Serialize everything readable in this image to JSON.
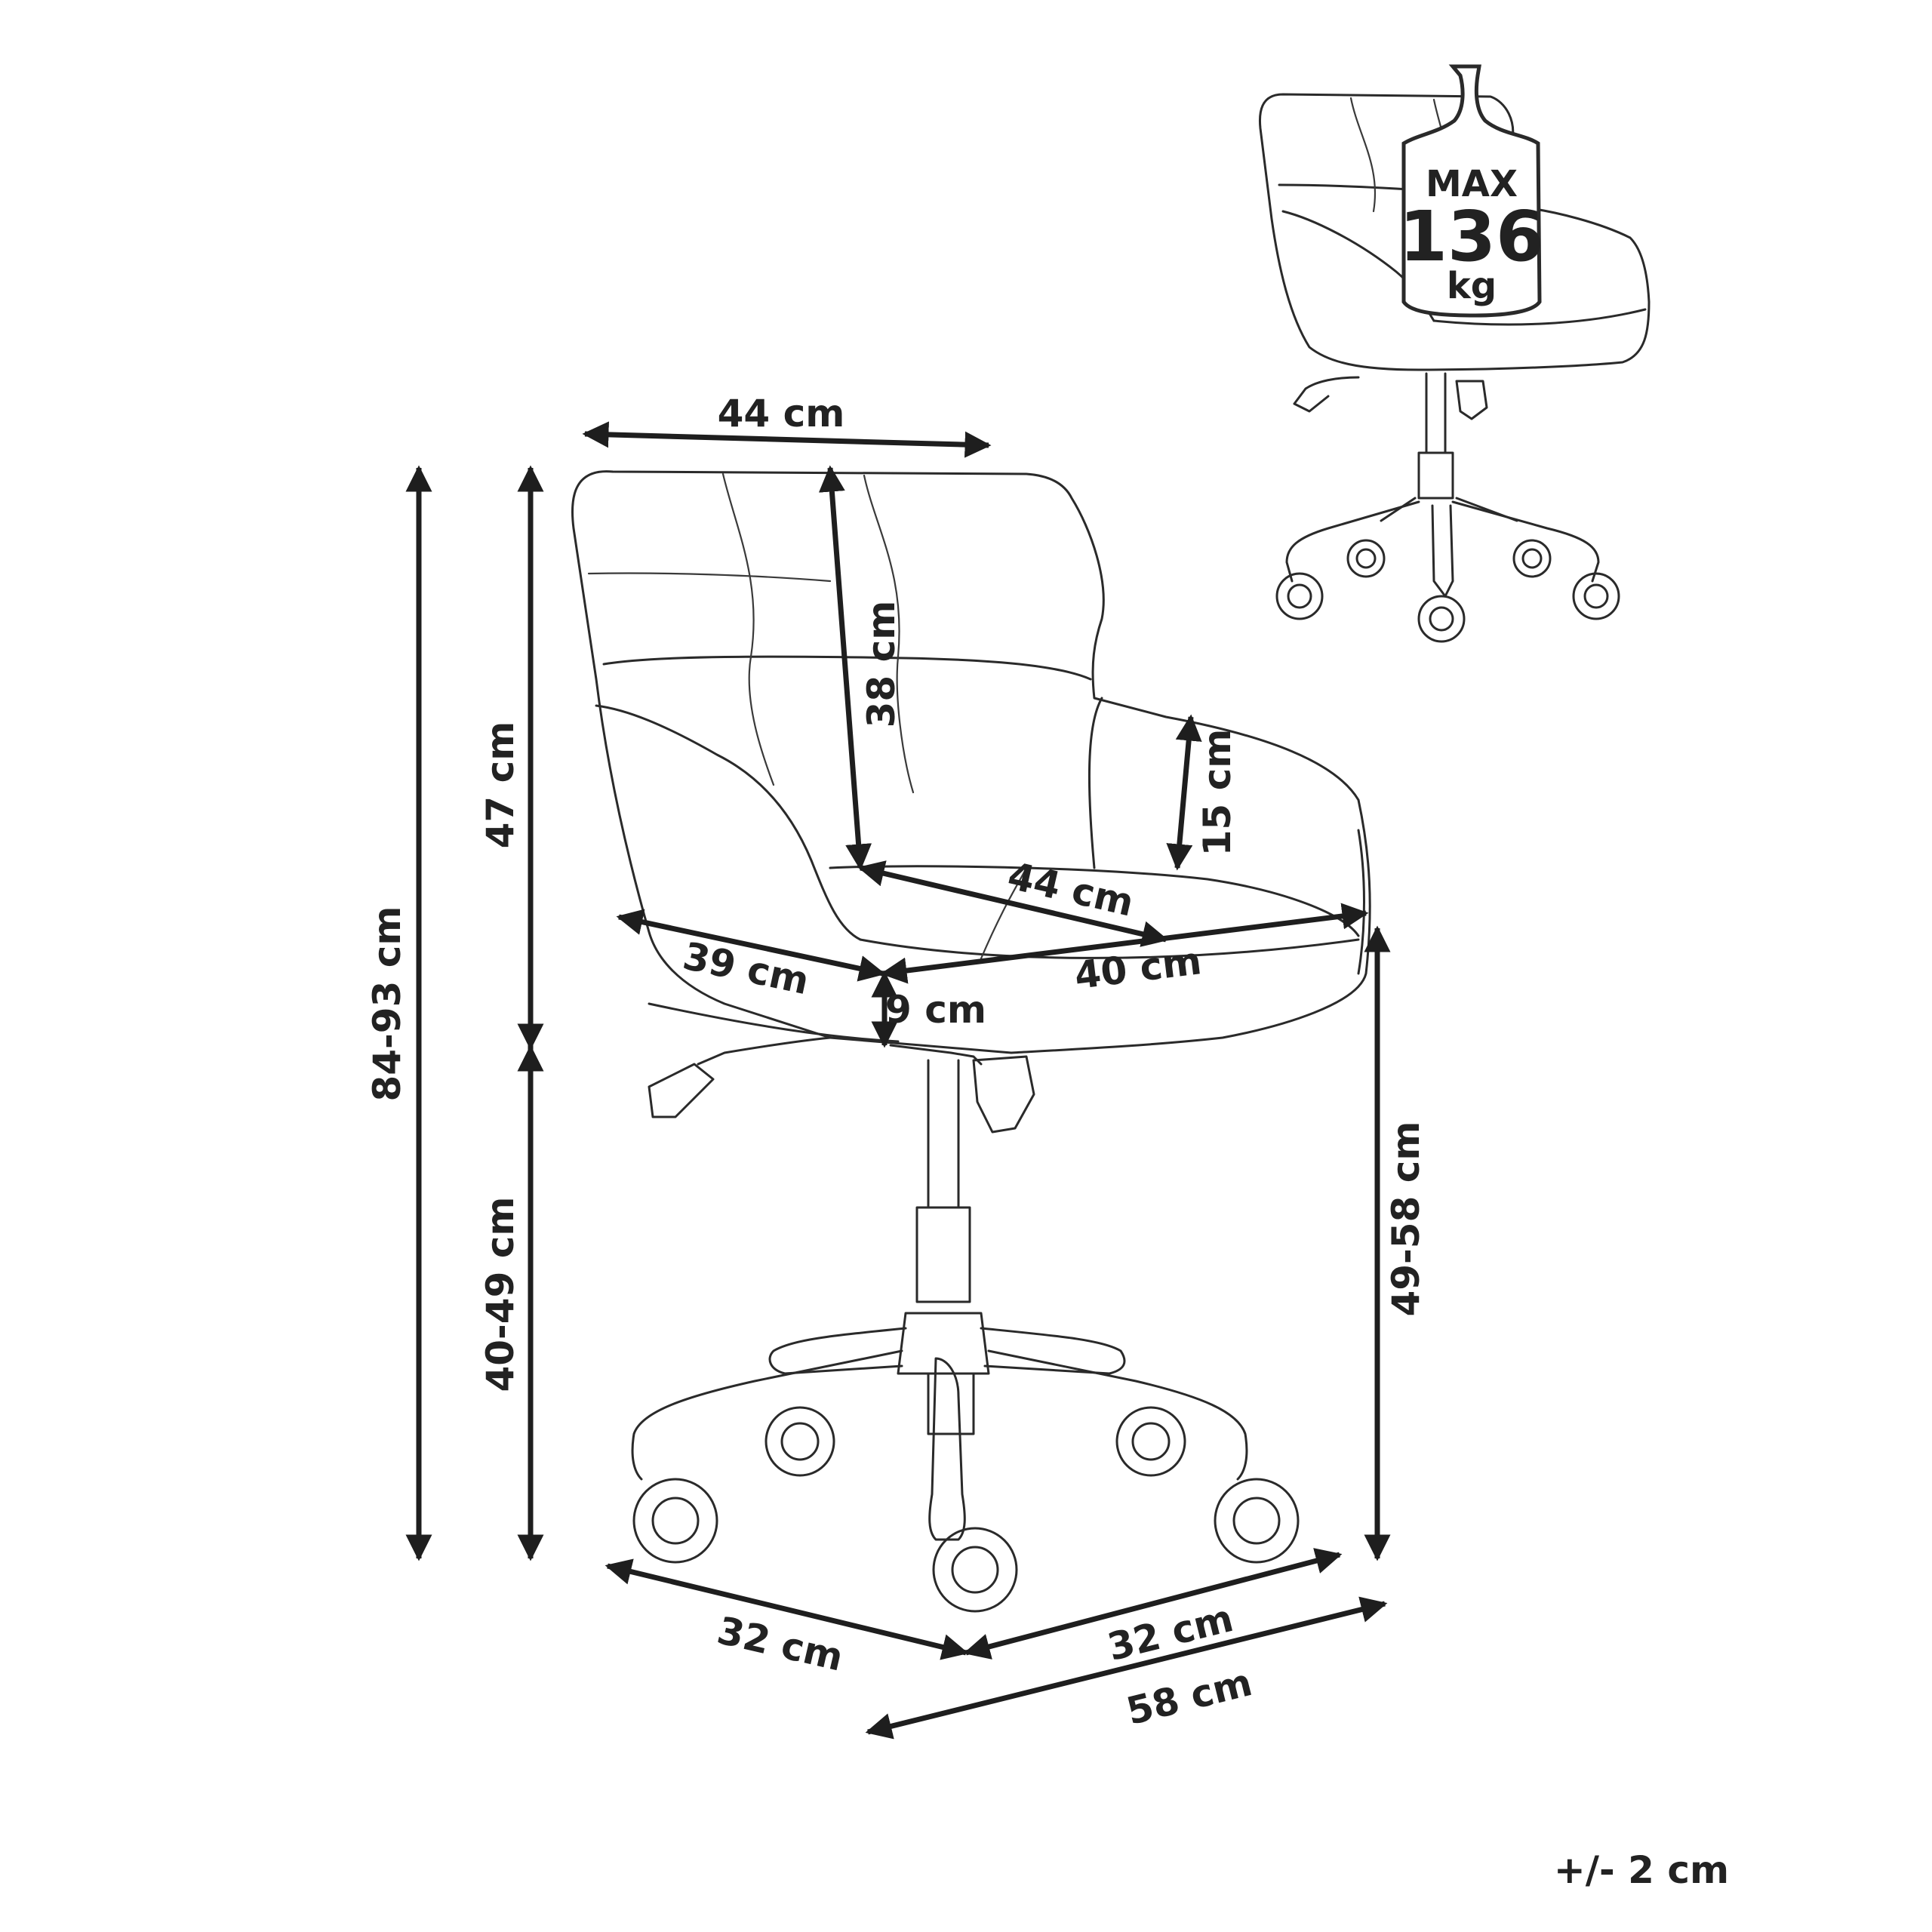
{
  "weight_badge": {
    "line1": "MAX",
    "line2": "136",
    "line3": "kg"
  },
  "dimensions": {
    "top_width": "44 cm",
    "backrest_height": "38 cm",
    "armrest_height": "15 cm",
    "seat_depth": "44 cm",
    "seat_width": "40 cm",
    "arm_depth": "39 cm",
    "seat_thickness": "9 cm",
    "total_height": "84-93 cm",
    "back_height": "47 cm",
    "seat_height": "40-49 cm",
    "arm_floor_height": "49-58 cm",
    "base_left": "32 cm",
    "base_right": "32 cm",
    "base_total": "58 cm"
  },
  "tolerance": "+/- 2 cm",
  "colors": {
    "line": "#2a2a2a",
    "arrow": "#1e1e1e",
    "text": "#222222",
    "background": "#ffffff"
  }
}
